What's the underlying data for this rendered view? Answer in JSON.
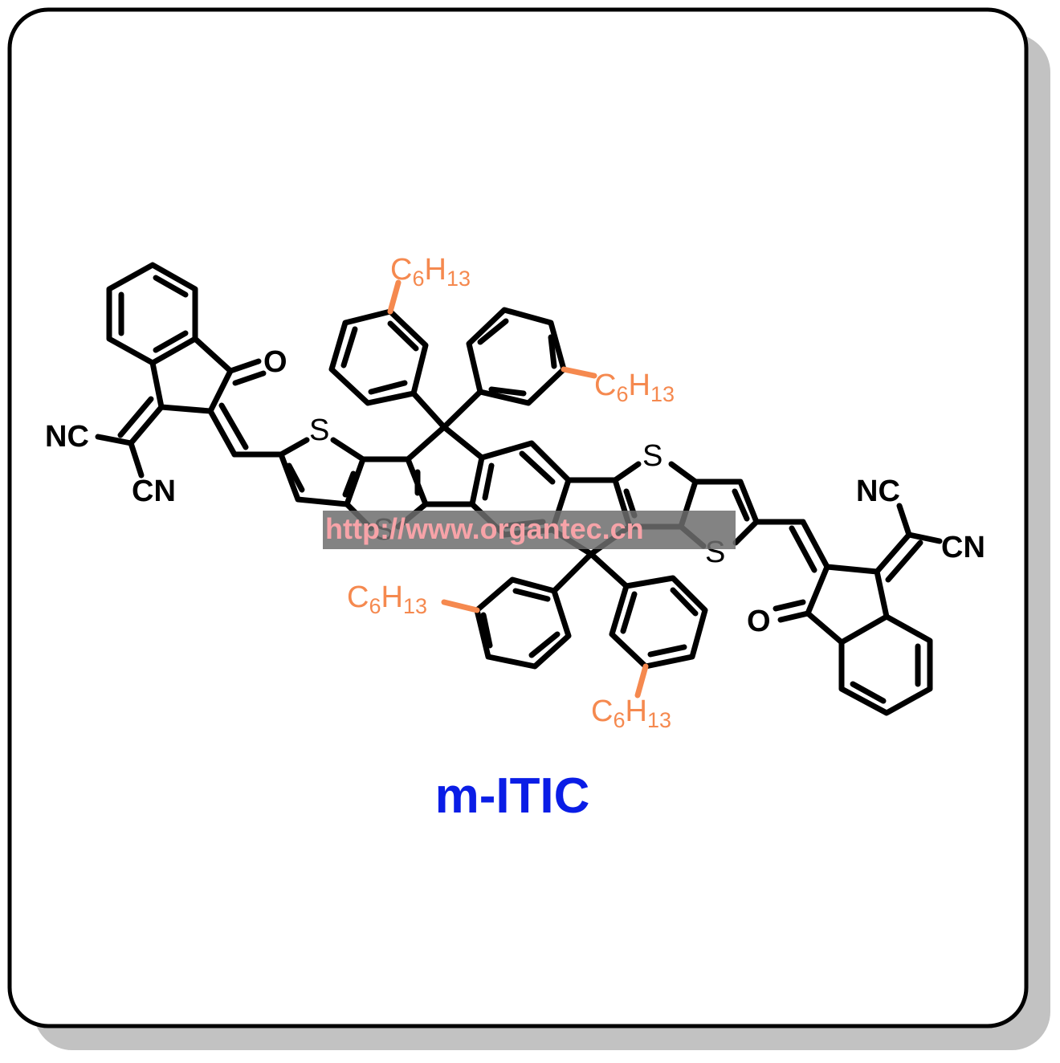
{
  "compound_name": "m-ITIC",
  "watermark": "http://www.organtec.cn",
  "atoms": {
    "sulfur": "S",
    "oxygen": "O",
    "cyano": "CN",
    "cyano_reversed": "NC"
  },
  "alkyl": {
    "carbon": "C",
    "carbon_count": "6",
    "hydrogen": "H",
    "hydrogen_count": "13"
  },
  "colors": {
    "bond": "#000000",
    "alkyl": "#f5894f",
    "title": "#0a1de6",
    "shadow": "#c2c2c2",
    "watermark_band": "#6d6d6d",
    "watermark_text": "#f7a3a8"
  }
}
